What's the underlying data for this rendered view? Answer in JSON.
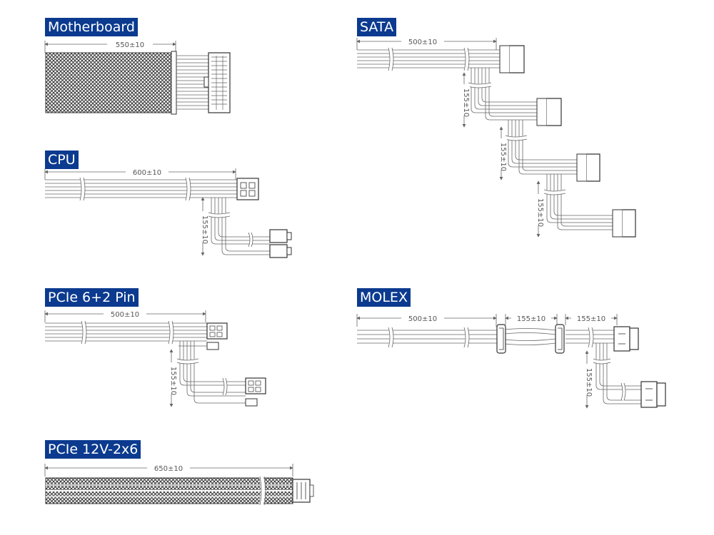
{
  "labels": {
    "motherboard": "Motherboard",
    "sata": "SATA",
    "cpu": "CPU",
    "pcie62": "PCIe 6+2 Pin",
    "molex": "MOLEX",
    "pcie12v": "PCIe 12V-2x6"
  },
  "dimensions": {
    "motherboard_length": "550±10",
    "sata_length": "500±10",
    "sata_seg1": "155±10",
    "sata_seg2": "155±10",
    "sata_seg3": "155±10",
    "cpu_length": "600±10",
    "cpu_seg": "155±10",
    "pcie62_length": "500±10",
    "pcie62_seg": "155±10",
    "molex_length": "500±10",
    "molex_seg1": "155±10",
    "molex_seg2": "155±10",
    "molex_seg3": "155±10",
    "pcie12v_length": "650±10"
  },
  "colors": {
    "label_bg": "#0b3a8f",
    "label_text": "#ffffff",
    "line": "#666666"
  }
}
